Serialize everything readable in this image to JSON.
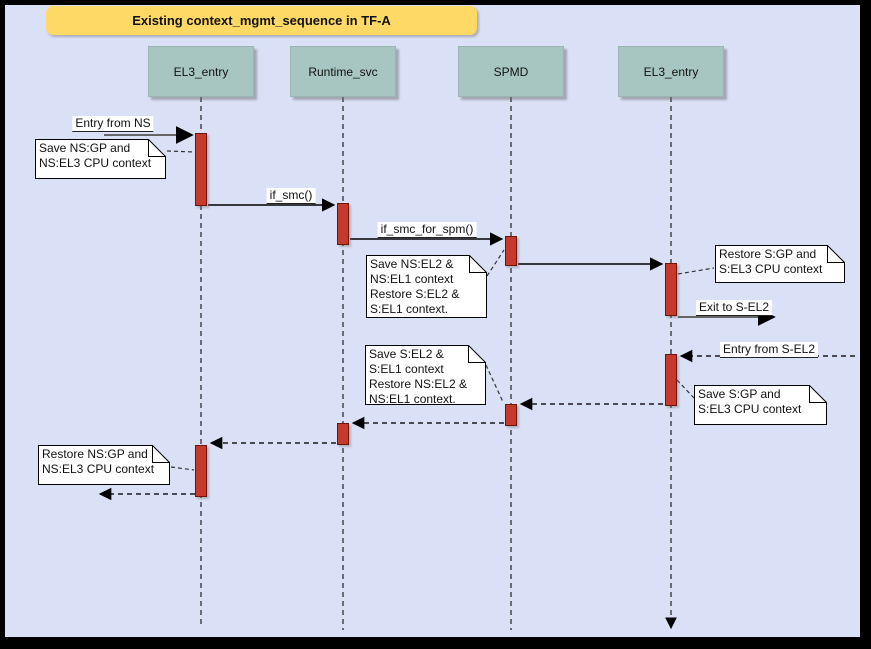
{
  "title": "Existing context_mgmt_sequence in TF-A",
  "lifelines": [
    {
      "label": "EL3_entry"
    },
    {
      "label": "Runtime_svc"
    },
    {
      "label": "SPMD"
    },
    {
      "label": "EL3_entry"
    }
  ],
  "messages": {
    "entry_from_ns": {
      "label": "Entry from NS"
    },
    "if_smc": {
      "label": "if_smc()"
    },
    "if_smc_for_spm": {
      "label": "if_smc_for_spm()"
    },
    "exit_to_sel2": {
      "label": "Exit to S-EL2"
    },
    "entry_from_sel2": {
      "label": "Entry from S-EL2"
    }
  },
  "notes": [
    {
      "text": "Save NS:GP and\nNS:EL3 CPU context"
    },
    {
      "text": "Save NS:EL2 &\nNS:EL1 context\nRestore S:EL2 &\nS:EL1 context."
    },
    {
      "text": "Restore S:GP and\nS:EL3 CPU context"
    },
    {
      "text": "Save S:EL2 &\nS:EL1 context\nRestore NS:EL2 &\nNS:EL1 context."
    },
    {
      "text": "Save S:GP and\nS:EL3 CPU context"
    },
    {
      "text": "Restore NS:GP and\nNS:EL3 CPU context"
    }
  ],
  "colors": {
    "background": "#dae1f7",
    "title_fill": "#FFD966",
    "lifeline_header_fill": "#a8c6c1",
    "activation_fill": "#c6392b",
    "activation_border": "#6b150b",
    "note_fill": "#ffffff",
    "entry_exit_arrow": "#666666",
    "call_arrow": "#000000"
  }
}
